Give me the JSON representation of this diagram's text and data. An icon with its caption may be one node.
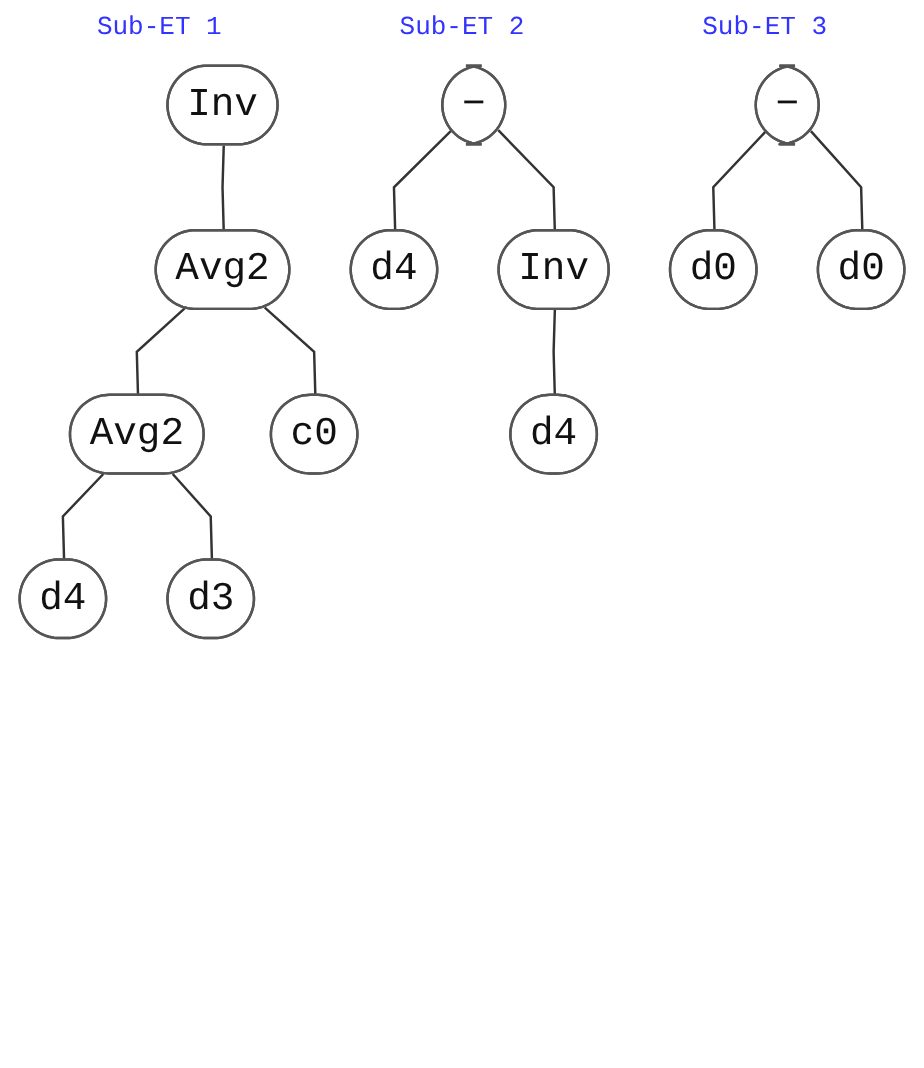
{
  "diagram": {
    "nodes": [
      {
        "text": [
          "Inv"
        ]
      },
      {
        "text": [
          "Avg2"
        ]
      },
      {
        "text": [
          "Avg2"
        ]
      },
      {
        "text": [
          "c0"
        ]
      },
      {
        "text": [
          "d4"
        ]
      },
      {
        "text": [
          "d3"
        ]
      },
      {
        "text": [
          "−"
        ]
      },
      {
        "text": [
          "d4"
        ]
      },
      {
        "text": [
          "Inv"
        ]
      },
      {
        "text": [
          "d4"
        ]
      },
      {
        "text": [
          "−"
        ]
      },
      {
        "text": [
          "d0"
        ]
      },
      {
        "text": [
          "d0"
        ]
      }
    ],
    "edges": [
      {
        "from": 0,
        "to": 1,
        "arrow": "none"
      },
      {
        "from": 1,
        "to": 2,
        "arrow": "none"
      },
      {
        "from": 1,
        "to": 3,
        "arrow": "none"
      },
      {
        "from": 2,
        "to": 4,
        "arrow": "none"
      },
      {
        "from": 2,
        "to": 5,
        "arrow": "none"
      },
      {
        "from": 6,
        "to": 7,
        "arrow": "none"
      },
      {
        "from": 6,
        "to": 8,
        "arrow": "none"
      },
      {
        "from": 8,
        "to": 9,
        "arrow": "none"
      },
      {
        "from": 10,
        "to": 11,
        "arrow": "none"
      },
      {
        "from": 10,
        "to": 12,
        "arrow": "none"
      }
    ],
    "labels": [
      "Sub-ET 1",
      "Sub-ET 2",
      "Sub-ET 3"
    ]
  }
}
